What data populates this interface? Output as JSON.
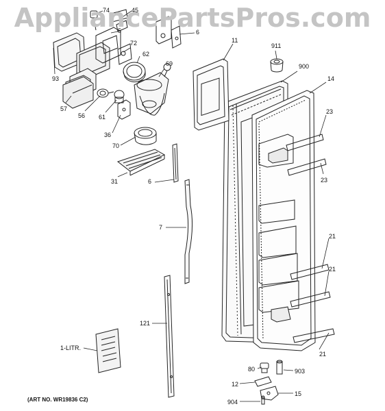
{
  "watermark": "AppliancePartsPros.com",
  "art_number": "(ART NO. WR19836 C2)",
  "callouts": [
    {
      "id": "74",
      "text": "74"
    },
    {
      "id": "45",
      "text": "45"
    },
    {
      "id": "5",
      "text": "5"
    },
    {
      "id": "6a",
      "text": "6"
    },
    {
      "id": "11",
      "text": "11"
    },
    {
      "id": "911",
      "text": "911"
    },
    {
      "id": "72",
      "text": "72"
    },
    {
      "id": "62",
      "text": "62"
    },
    {
      "id": "93",
      "text": "93"
    },
    {
      "id": "69",
      "text": "69"
    },
    {
      "id": "900",
      "text": "900"
    },
    {
      "id": "14",
      "text": "14"
    },
    {
      "id": "57",
      "text": "57"
    },
    {
      "id": "56",
      "text": "56"
    },
    {
      "id": "61",
      "text": "61"
    },
    {
      "id": "23a",
      "text": "23"
    },
    {
      "id": "36",
      "text": "36"
    },
    {
      "id": "70",
      "text": "70"
    },
    {
      "id": "23b",
      "text": "23"
    },
    {
      "id": "31",
      "text": "31"
    },
    {
      "id": "6b",
      "text": "6"
    },
    {
      "id": "7",
      "text": "7"
    },
    {
      "id": "21a",
      "text": "21"
    },
    {
      "id": "21b",
      "text": "21"
    },
    {
      "id": "121",
      "text": "121"
    },
    {
      "id": "1litr",
      "text": "1-LITR."
    },
    {
      "id": "21c",
      "text": "21"
    },
    {
      "id": "80",
      "text": "80"
    },
    {
      "id": "903",
      "text": "903"
    },
    {
      "id": "12",
      "text": "12"
    },
    {
      "id": "15",
      "text": "15"
    },
    {
      "id": "904",
      "text": "904"
    }
  ]
}
